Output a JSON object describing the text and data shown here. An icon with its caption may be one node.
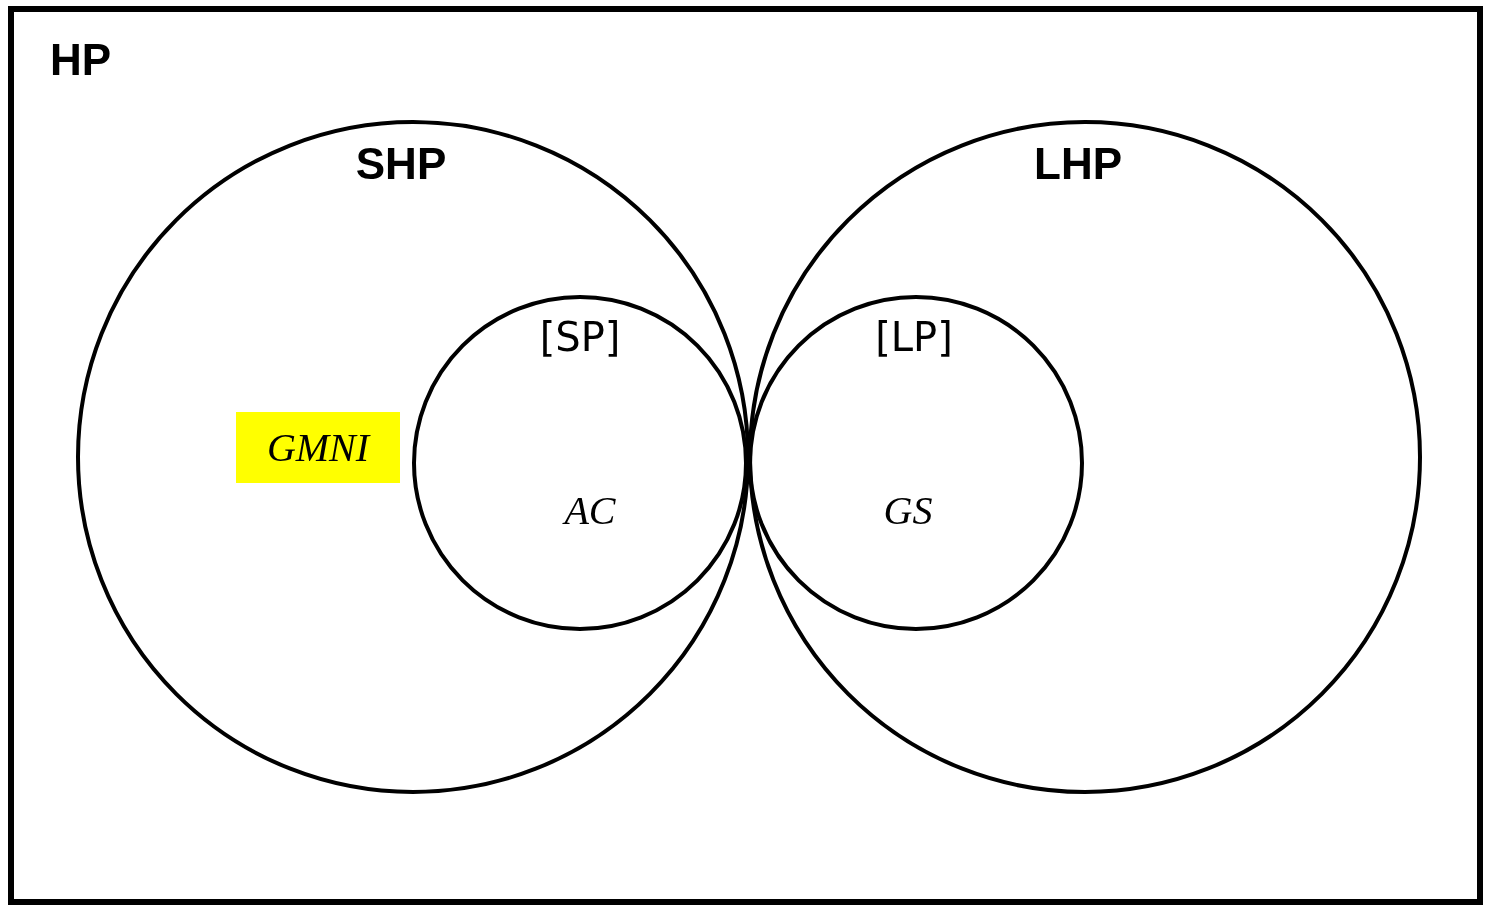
{
  "diagram": {
    "nodes": [
      {
        "text": [
          "HP"
        ]
      },
      {
        "text": [
          "SHP"
        ],
        "in": 0
      },
      {
        "text": [
          "[SP]",
          "AC"
        ],
        "in": 1
      },
      {
        "text": [
          "GMNI"
        ],
        "in": 1
      },
      {
        "text": [
          "LHP"
        ],
        "in": 0
      },
      {
        "text": [
          "[LP]",
          "GS"
        ],
        "in": 4
      }
    ]
  }
}
